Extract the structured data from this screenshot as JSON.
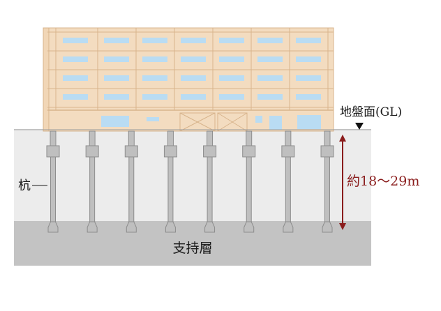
{
  "labels": {
    "ground_level": "地盤面(GL)",
    "pile": "杭",
    "depth": "約18〜29m",
    "bearing_layer": "支持層"
  },
  "colors": {
    "building": "#f3dcc0",
    "building_line": "#d8b48c",
    "window": "#b9dcf3",
    "soil": "#ececec",
    "bearing_layer": "#c3c3c3",
    "pile": "#bfbfbf",
    "pile_outline": "#8c8c8c",
    "depth_arrow": "#8a1c1c",
    "ground_marker": "#111111"
  },
  "pile_count": 8
}
